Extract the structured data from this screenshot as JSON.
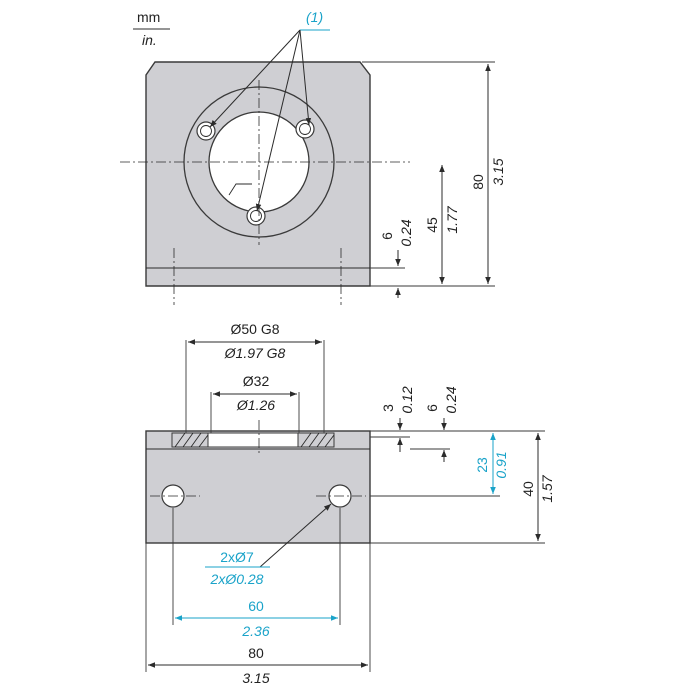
{
  "units": {
    "top": "mm",
    "bottom": "in."
  },
  "callout": {
    "label": "(1)"
  },
  "top_view": {
    "height_80": {
      "mm": "80",
      "in": "3.15"
    },
    "height_45": {
      "mm": "45",
      "in": "1.77"
    },
    "height_6": {
      "mm": "6",
      "in": "0.24"
    }
  },
  "bottom_view": {
    "bore_outer": {
      "mm": "Ø50 G8",
      "in": "Ø1.97 G8"
    },
    "bore_inner": {
      "mm": "Ø32",
      "in": "Ø1.26"
    },
    "depth_3": {
      "mm": "3",
      "in": "0.12"
    },
    "depth_6": {
      "mm": "6",
      "in": "0.24"
    },
    "height_23": {
      "mm": "23",
      "in": "0.91"
    },
    "height_40": {
      "mm": "40",
      "in": "1.57"
    },
    "holes": {
      "mm": "2xØ7",
      "in": "2xØ0.28"
    },
    "spacing_60": {
      "mm": "60",
      "in": "2.36"
    },
    "width_80": {
      "mm": "80",
      "in": "3.15"
    }
  },
  "colors": {
    "part_fill": "#cfcfd3",
    "outline": "#3a3a3a",
    "accent_blue": "#1aa3c9"
  }
}
